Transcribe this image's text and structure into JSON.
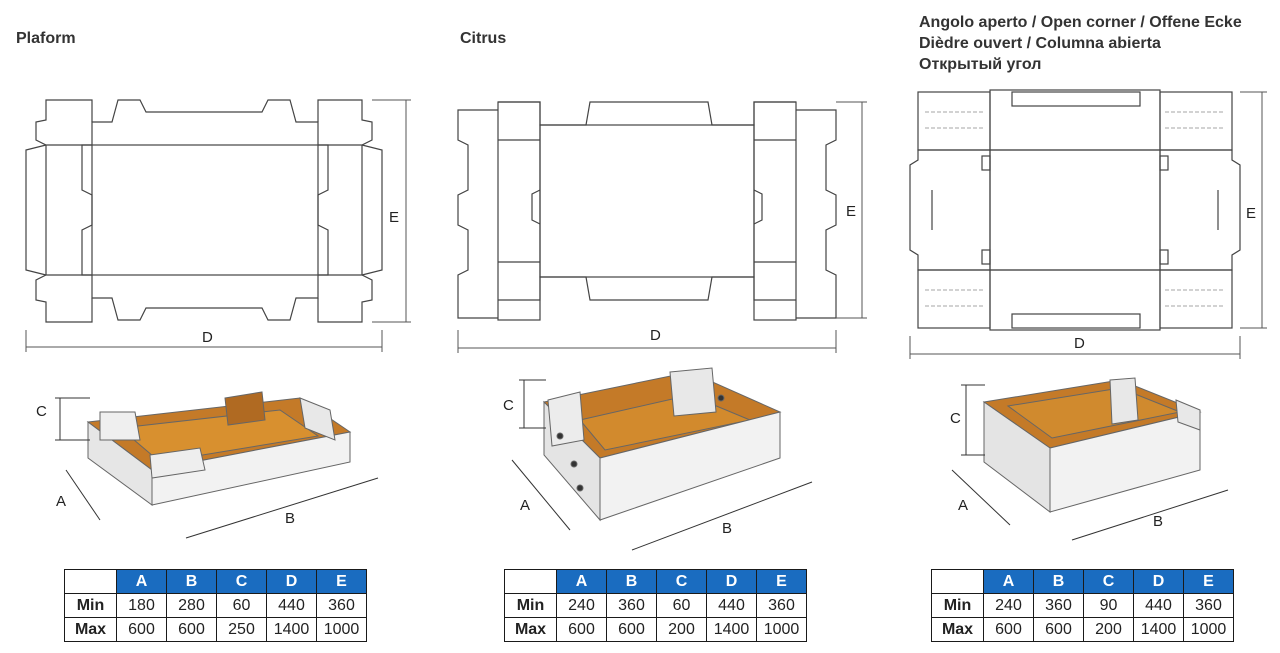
{
  "panels": [
    {
      "title_lines": [
        "Plaform"
      ],
      "dim_labels": {
        "A": "A",
        "B": "B",
        "C": "C",
        "D": "D",
        "E": "E"
      },
      "table": {
        "columns": [
          "A",
          "B",
          "C",
          "D",
          "E"
        ],
        "rows": [
          {
            "label": "Min",
            "values": [
              "180",
              "280",
              "60",
              "440",
              "360"
            ]
          },
          {
            "label": "Max",
            "values": [
              "600",
              "600",
              "250",
              "1400",
              "1000"
            ]
          }
        ]
      }
    },
    {
      "title_lines": [
        "Citrus"
      ],
      "dim_labels": {
        "A": "A",
        "B": "B",
        "C": "C",
        "D": "D",
        "E": "E"
      },
      "table": {
        "columns": [
          "A",
          "B",
          "C",
          "D",
          "E"
        ],
        "rows": [
          {
            "label": "Min",
            "values": [
              "240",
              "360",
              "60",
              "440",
              "360"
            ]
          },
          {
            "label": "Max",
            "values": [
              "600",
              "600",
              "200",
              "1400",
              "1000"
            ]
          }
        ]
      }
    },
    {
      "title_lines": [
        "Angolo aperto / Open corner / Offene Ecke",
        "Dièdre ouvert / Columna abierta",
        "Открытый угол"
      ],
      "dim_labels": {
        "A": "A",
        "B": "B",
        "C": "C",
        "D": "D",
        "E": "E"
      },
      "table": {
        "columns": [
          "A",
          "B",
          "C",
          "D",
          "E"
        ],
        "rows": [
          {
            "label": "Min",
            "values": [
              "240",
              "360",
              "90",
              "440",
              "360"
            ]
          },
          {
            "label": "Max",
            "values": [
              "600",
              "600",
              "200",
              "1400",
              "1000"
            ]
          }
        ]
      }
    }
  ],
  "colors": {
    "header_blue": "#1a6cc0",
    "cardboard": "#c8862f",
    "box_white": "#ececec"
  }
}
